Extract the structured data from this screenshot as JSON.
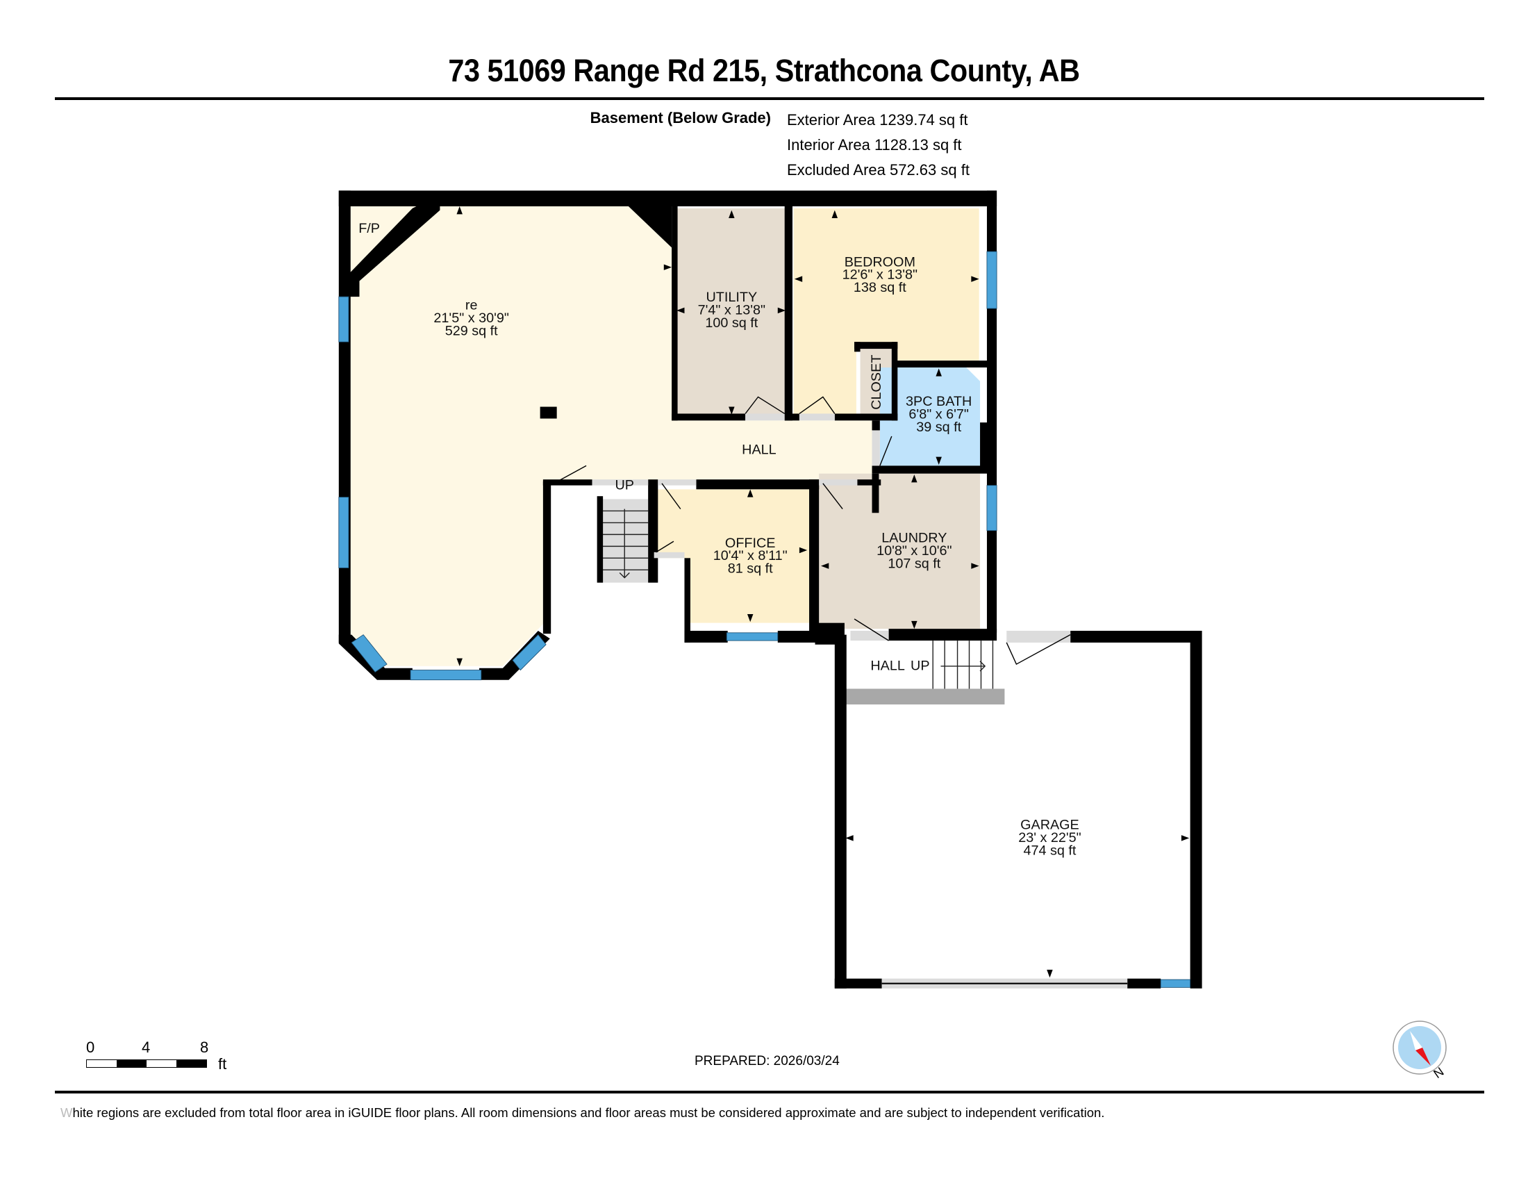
{
  "header": {
    "title": "73 51069 Range Rd 215, Strathcona County, AB"
  },
  "floor_summary": {
    "floor_label": "Basement (Below Grade)",
    "exterior_area": "Exterior Area 1239.74 sq ft",
    "interior_area": "Interior Area 1128.13 sq ft",
    "excluded_area": "Excluded Area 572.63 sq ft"
  },
  "rooms": {
    "fp": {
      "name": "F/P"
    },
    "rec": {
      "name": "re",
      "dims": "21'5\" x 30'9\"",
      "area": "529 sq ft"
    },
    "utility": {
      "name": "UTILITY",
      "dims": "7'4\" x 13'8\"",
      "area": "100 sq ft"
    },
    "bedroom": {
      "name": "BEDROOM",
      "dims": "12'6\" x 13'8\"",
      "area": "138 sq ft"
    },
    "closet": {
      "name": "CLOSET"
    },
    "bath": {
      "name": "3PC BATH",
      "dims": "6'8\" x 6'7\"",
      "area": "39 sq ft"
    },
    "hall": {
      "name": "HALL"
    },
    "stairs_up_1": {
      "name": "UP"
    },
    "office": {
      "name": "OFFICE",
      "dims": "10'4\" x 8'11\"",
      "area": "81 sq ft"
    },
    "laundry": {
      "name": "LAUNDRY",
      "dims": "10'8\" x 10'6\"",
      "area": "107 sq ft"
    },
    "garage_hall": {
      "name": "HALL"
    },
    "stairs_up_2": {
      "name": "UP"
    },
    "garage": {
      "name": "GARAGE",
      "dims": "23' x 22'5\"",
      "area": "474 sq ft"
    }
  },
  "colors": {
    "rec_fill": "#fef8e4",
    "utility_fill": "#e6ddd0",
    "bedroom_fill": "#fdf0cc",
    "office_fill": "#fdf0cc",
    "laundry_fill": "#e6ddd0",
    "bath_fill": "#bfe3fb",
    "closet_fill": "#e6ddd0",
    "wall": "#000000",
    "window": "#4aa3d9",
    "door_threshold": "#dcdcdc",
    "stairs": "#dcdcdc"
  },
  "scale_bar": {
    "labels": [
      "0",
      "4",
      "8"
    ],
    "unit": "ft"
  },
  "footer": {
    "prepared": "PREPARED: 2026/03/24",
    "disclaimer_first": "W",
    "disclaimer_rest": "hite regions are excluded from total floor area in iGUIDE floor plans. All room dimensions and floor areas must be considered approximate and are subject to independent verification.",
    "compass_label": "N"
  }
}
